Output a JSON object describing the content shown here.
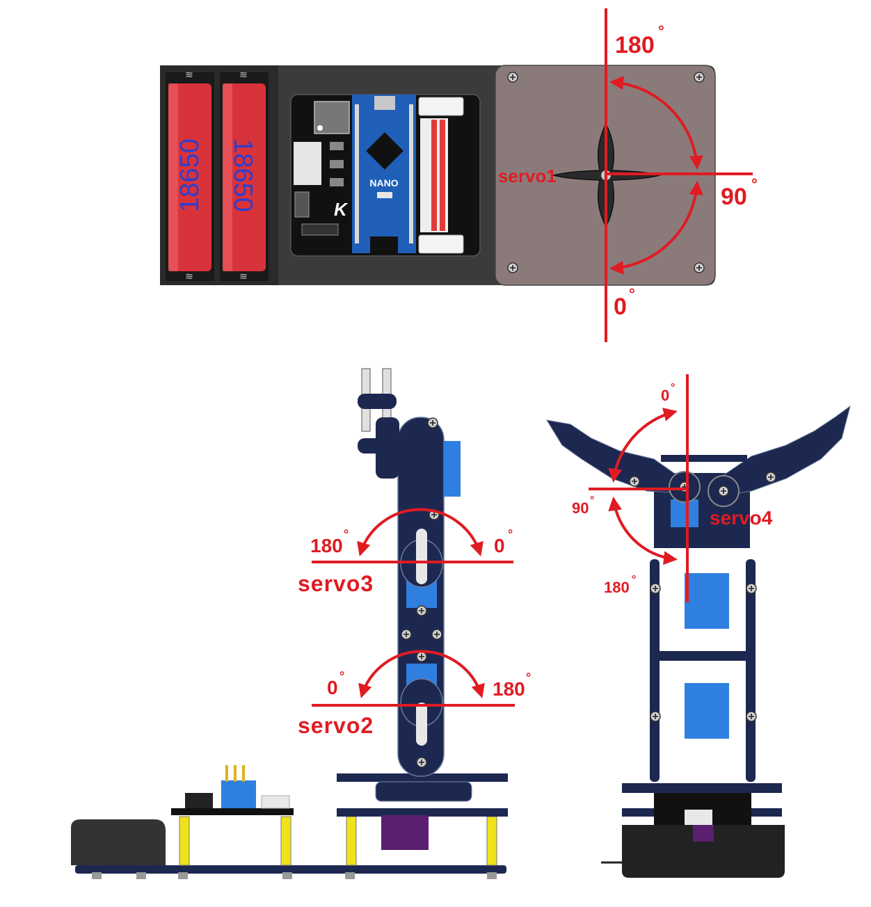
{
  "colors": {
    "accent_red": "#e01b22",
    "arm_navy": "#1d2850",
    "servo_blue": "#2f7fe0",
    "battery_red": "#d8323a",
    "plate_dark": "#3a3a3a",
    "plate_gray": "#8a7b7a",
    "nano_blue": "#1f5fb8",
    "yellow_standoff": "#f0e21a",
    "purple_motor": "#5a1f6e"
  },
  "top_view": {
    "batteries": [
      {
        "label": "18650"
      },
      {
        "label": "18650"
      }
    ],
    "board": {
      "chip_label": "NANO",
      "brand_label": "K"
    },
    "servo1": {
      "name": "servo1",
      "angle_top": "180",
      "angle_right": "90",
      "angle_bottom": "0"
    }
  },
  "side_view": {
    "servo3": {
      "name": "servo3",
      "angle_left": "180",
      "angle_right": "0"
    },
    "servo2": {
      "name": "servo2",
      "angle_left": "0",
      "angle_right": "180"
    }
  },
  "front_view": {
    "servo4": {
      "name": "servo4",
      "angle_top": "0",
      "angle_middle": "90",
      "angle_bottom": "180"
    }
  },
  "icons": {
    "degree": "degree-symbol-icon",
    "arrow": "curved-arrow-icon",
    "screw": "screw-icon"
  }
}
